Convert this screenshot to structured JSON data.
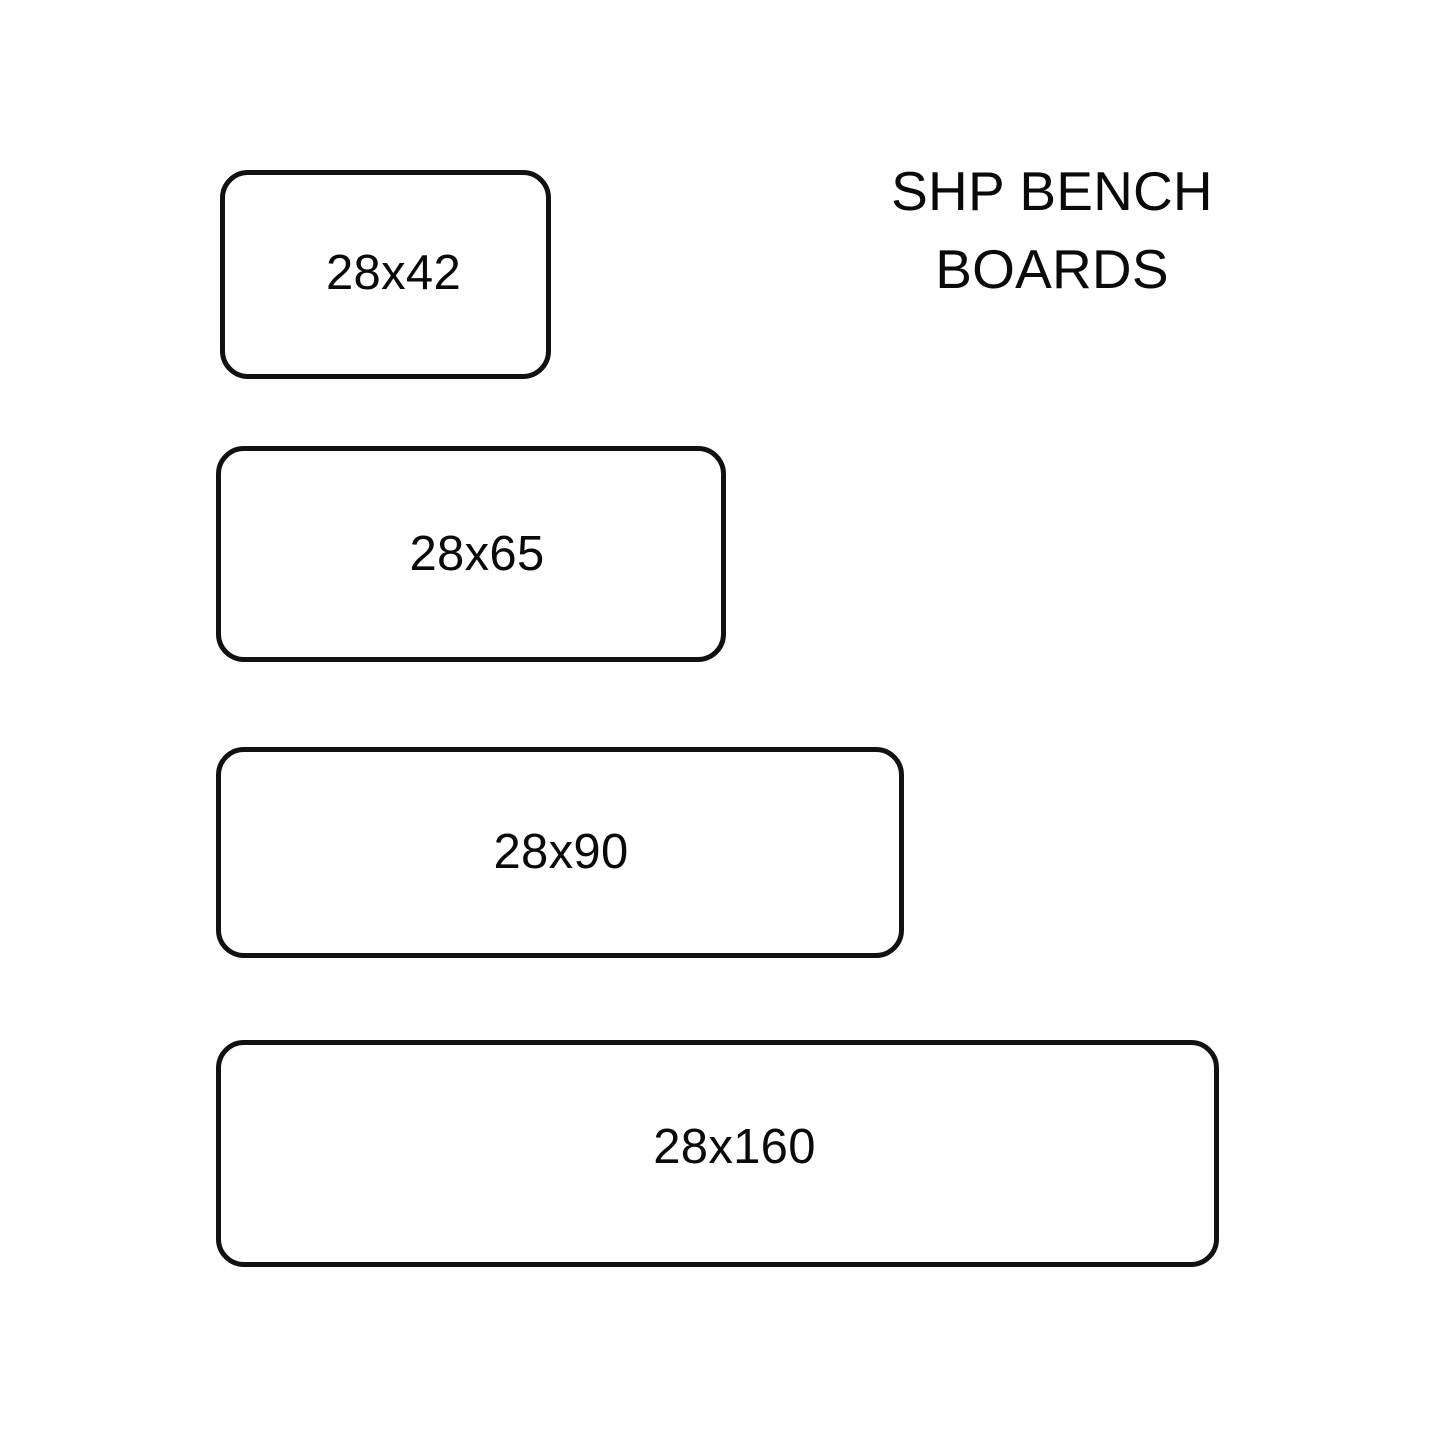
{
  "page": {
    "background_color": "#ffffff",
    "ink_color": "#111111"
  },
  "title": {
    "line1": "SHP BENCH",
    "line2": "BOARDS",
    "full": "SHP BENCH BOARDS"
  },
  "boards": [
    {
      "label": "28x42",
      "thickness": 28,
      "width_mm": 42
    },
    {
      "label": "28x65",
      "thickness": 28,
      "width_mm": 65
    },
    {
      "label": "28x90",
      "thickness": 28,
      "width_mm": 90
    },
    {
      "label": "28x160",
      "thickness": 28,
      "width_mm": 160
    }
  ]
}
